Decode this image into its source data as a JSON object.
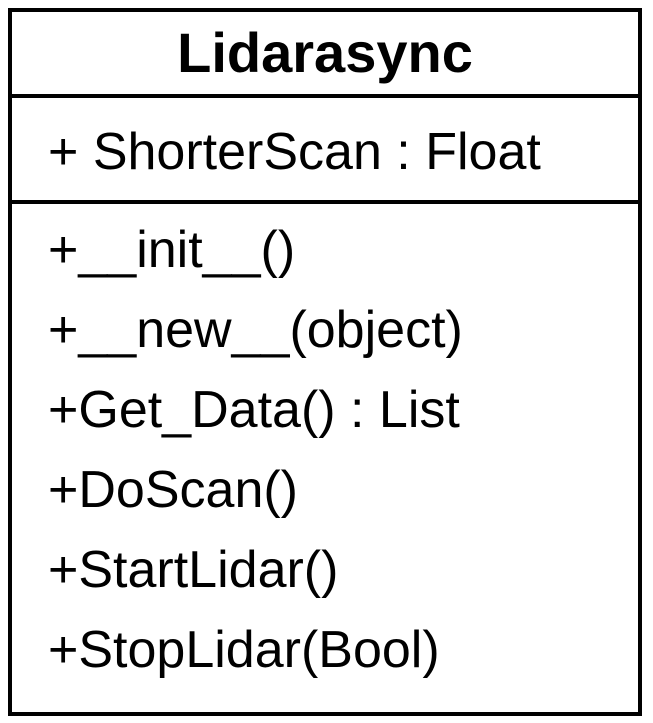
{
  "class": {
    "name": "Lidarasync",
    "attributes": [
      "+ ShorterScan : Float"
    ],
    "operations": [
      "+__init__()",
      "+__new__(object)",
      "+Get_Data() : List",
      "+DoScan()",
      "+StartLidar()",
      "+StopLidar(Bool)"
    ]
  }
}
